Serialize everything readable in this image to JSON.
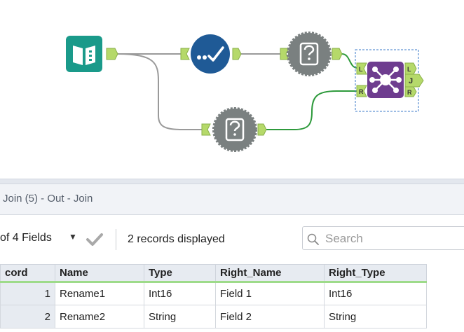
{
  "canvas": {
    "tools": [
      {
        "name": "Input Data"
      },
      {
        "name": "Select"
      },
      {
        "name": "Dynamic Rename"
      },
      {
        "name": "Dynamic Rename"
      },
      {
        "name": "Join"
      }
    ],
    "join_anchors": {
      "left": "L",
      "right": "R",
      "out_left": "L",
      "out_join": "J",
      "out_right": "R"
    },
    "colors": {
      "input": "#1a9a8a",
      "select": "#1f5a96",
      "dynamic": "#7a8080",
      "join": "#6e3d8f",
      "anchor": "#b5d96a",
      "wire_gray": "#9a9a9a",
      "wire_green": "#2e9a3c"
    }
  },
  "results": {
    "title": "Join (5) - Out - Join",
    "fields_label": "of 4 Fields",
    "records_count": "2 records displayed",
    "search_placeholder": "Search",
    "columns": [
      "cord",
      "Name",
      "Type",
      "Right_Name",
      "Right_Type"
    ],
    "rows": [
      {
        "record": "1",
        "name": "Rename1",
        "type": "Int16",
        "right_name": "Field 1",
        "right_type": "Int16"
      },
      {
        "record": "2",
        "name": "Rename2",
        "type": "String",
        "right_name": "Field 2",
        "right_type": "String"
      }
    ]
  }
}
